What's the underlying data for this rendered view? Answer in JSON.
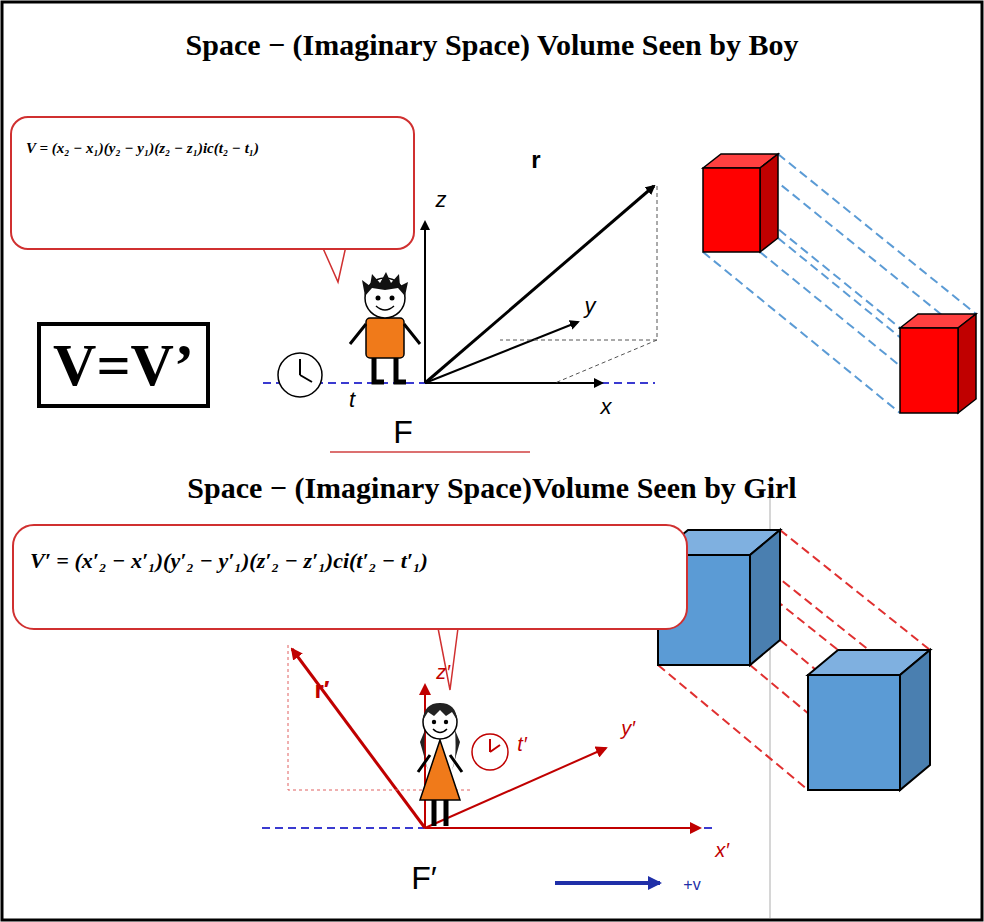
{
  "diagram": {
    "nodes": [
      {
        "text": [
          "V = (x₂ − x₁)(y₂ − y₁)(z₂ − z₁)ic(t₂ − t₁)"
        ]
      },
      {
        "text": [
          "V=V’"
        ]
      },
      {
        "text": [
          "V′ = (x′₂ − x′₁)(y′₂ − y′₁)(z′₂ − z′₁)ci(t′₂ − t′₁)"
        ]
      }
    ],
    "edges": [],
    "labels": [
      "Space − (Imaginary Space) Volume Seen by Boy",
      "z",
      "y",
      "x",
      "r",
      "t",
      "F",
      "Space − (Imaginary Space)Volume Seen by Girl",
      "z′",
      "y′",
      "x′",
      "r′",
      "t′",
      "F′",
      "+v"
    ]
  }
}
